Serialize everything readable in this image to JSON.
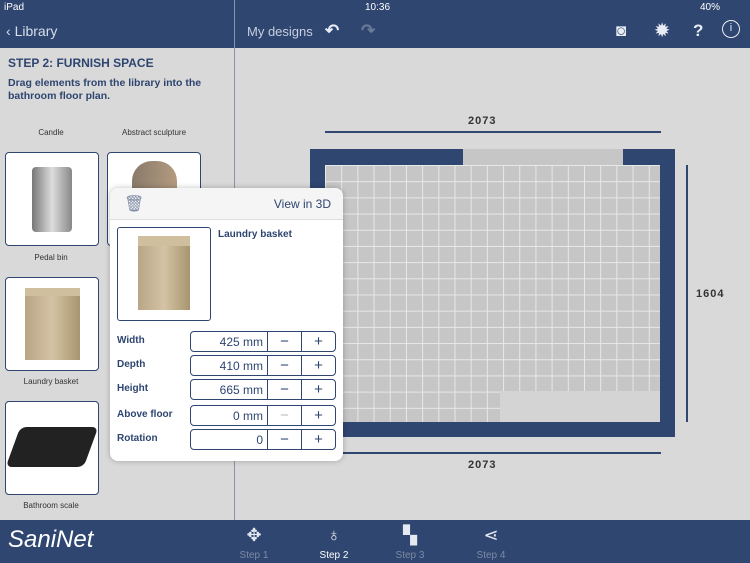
{
  "status": {
    "device": "iPad",
    "time": "10:36",
    "battery": "40%"
  },
  "topbar": {
    "back_label": "Library",
    "my_designs": "My designs"
  },
  "left": {
    "title": "STEP 2: FURNISH SPACE",
    "description": "Drag elements from the library into the bathroom floor plan.",
    "items": [
      {
        "label": "Candle"
      },
      {
        "label": "Abstract sculpture"
      },
      {
        "label": "Pedal bin"
      },
      {
        "label": "Laundry basket"
      },
      {
        "label": "Bathroom scale"
      }
    ]
  },
  "popup": {
    "view3d": "View in 3D",
    "name": "Laundry basket",
    "fields": [
      {
        "label": "Width",
        "value": "425 mm"
      },
      {
        "label": "Depth",
        "value": "410 mm"
      },
      {
        "label": "Height",
        "value": "665 mm"
      },
      {
        "label": "Above floor",
        "value": "0 mm"
      },
      {
        "label": "Rotation",
        "value": "0"
      }
    ],
    "minus": "−",
    "plus": "+"
  },
  "plan": {
    "width_top": "2073",
    "width_bottom": "2073",
    "depth": "1604"
  },
  "brand": "SaniNet",
  "steps": [
    {
      "label": "Step 1"
    },
    {
      "label": "Step 2"
    },
    {
      "label": "Step 3"
    },
    {
      "label": "Step 4"
    }
  ],
  "colors": {
    "navy": "#2f4670",
    "background": "#d9d9d9"
  }
}
